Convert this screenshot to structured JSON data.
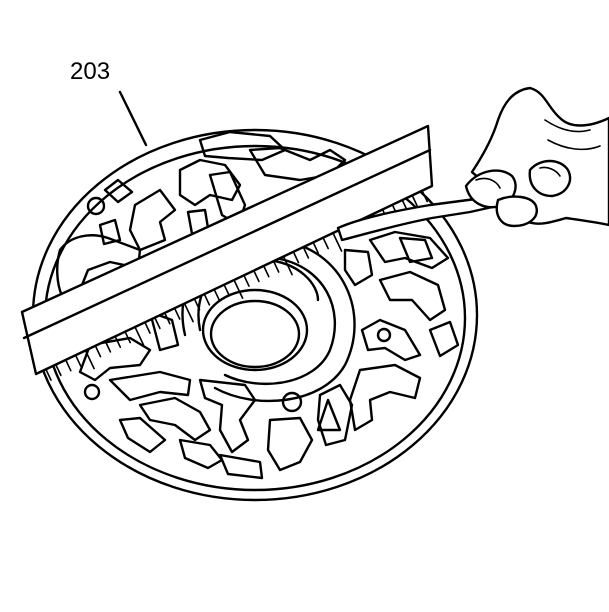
{
  "figure": {
    "callout_label": "203",
    "icons": [
      "pump-cover-plate",
      "straightedge-ruler",
      "feeler-gauge",
      "hand"
    ]
  }
}
